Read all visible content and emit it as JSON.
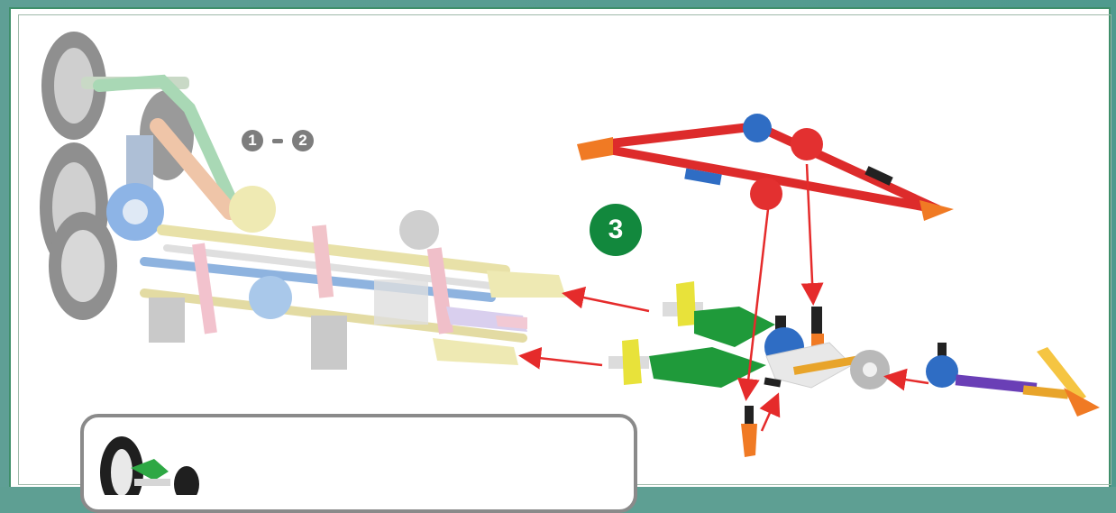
{
  "steps": {
    "previous_start": "1",
    "range_separator": "-",
    "previous_end": "2",
    "current": "3"
  },
  "colors": {
    "frame_teal": "#5e9f93",
    "panel_border_green": "#3f8f6a",
    "step_badge_gray": "#7d7d7d",
    "step_badge_green": "#12883d",
    "arrow_red": "#e52b2b",
    "rod_red": "#dd2b2b",
    "connector_blue": "#2f6dc4",
    "connector_green": "#1f9a3a",
    "connector_yellow": "#e8e23a",
    "connector_orange": "#f07a24",
    "connector_purple": "#6a3fb6",
    "wheel_gray": "#9a9a9a"
  },
  "parts": [
    {
      "name": "red-triangle-frame"
    },
    {
      "name": "green-connector-assembly-upper"
    },
    {
      "name": "green-connector-assembly-lower"
    },
    {
      "name": "gray-gear-hub"
    },
    {
      "name": "blue-purple-yellow-arm"
    },
    {
      "name": "orange-end-clip"
    },
    {
      "name": "model-base-with-wheels"
    }
  ],
  "callout": {
    "icon": "model-thumbnail-icon"
  }
}
